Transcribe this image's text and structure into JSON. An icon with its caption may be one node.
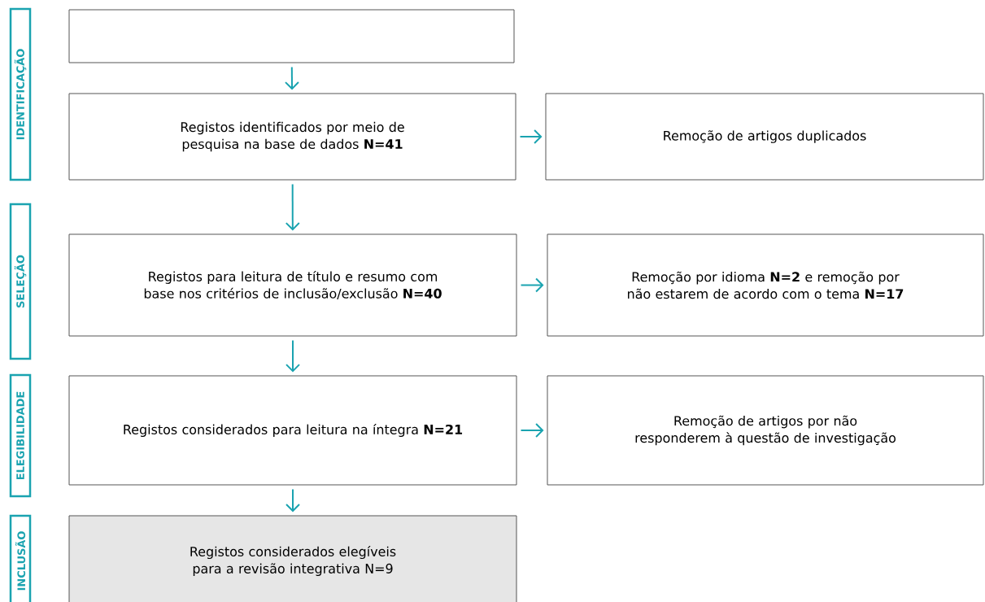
{
  "diagram": {
    "nodes": [
      {
        "text": [
          "IDENTIFICAÇÃO"
        ]
      },
      {
        "text": [
          "SELEÇÃO"
        ]
      },
      {
        "text": [
          "ELEGIBILIDADE"
        ]
      },
      {
        "text": [
          "INCLUSÃO"
        ]
      },
      {
        "text": [],
        "shape": "box"
      },
      {
        "text": [
          "Registos identificados por meio de pesquisa na base de dados **N=41**"
        ]
      },
      {
        "text": [
          "Remoção de artigos duplicados"
        ]
      },
      {
        "text": [
          "Registos para leitura de título e resumo com base nos critérios de inclusão/exclusão **N=40**"
        ]
      },
      {
        "text": [
          "Remoção por idioma **N=2** e remoção por não estarem de acordo com o tema **N=17**"
        ]
      },
      {
        "text": [
          "Registos considerados para leitura na íntegra **N=21**"
        ]
      },
      {
        "text": [
          "Remoção de artigos por não responderem à questão de investigação"
        ]
      },
      {
        "text": [
          "Registos considerados elegíveis para a revisão integrativa N=9"
        ]
      }
    ],
    "edges": [
      {
        "from": 4,
        "to": 5,
        "arrow": "to"
      },
      {
        "from": 5,
        "to": 6,
        "arrow": "to"
      },
      {
        "from": 5,
        "to": 7,
        "arrow": "to"
      },
      {
        "from": 7,
        "to": 8,
        "arrow": "to"
      },
      {
        "from": 7,
        "to": 9,
        "arrow": "to"
      },
      {
        "from": 9,
        "to": 10,
        "arrow": "to"
      },
      {
        "from": 9,
        "to": 11,
        "arrow": "to"
      }
    ]
  }
}
